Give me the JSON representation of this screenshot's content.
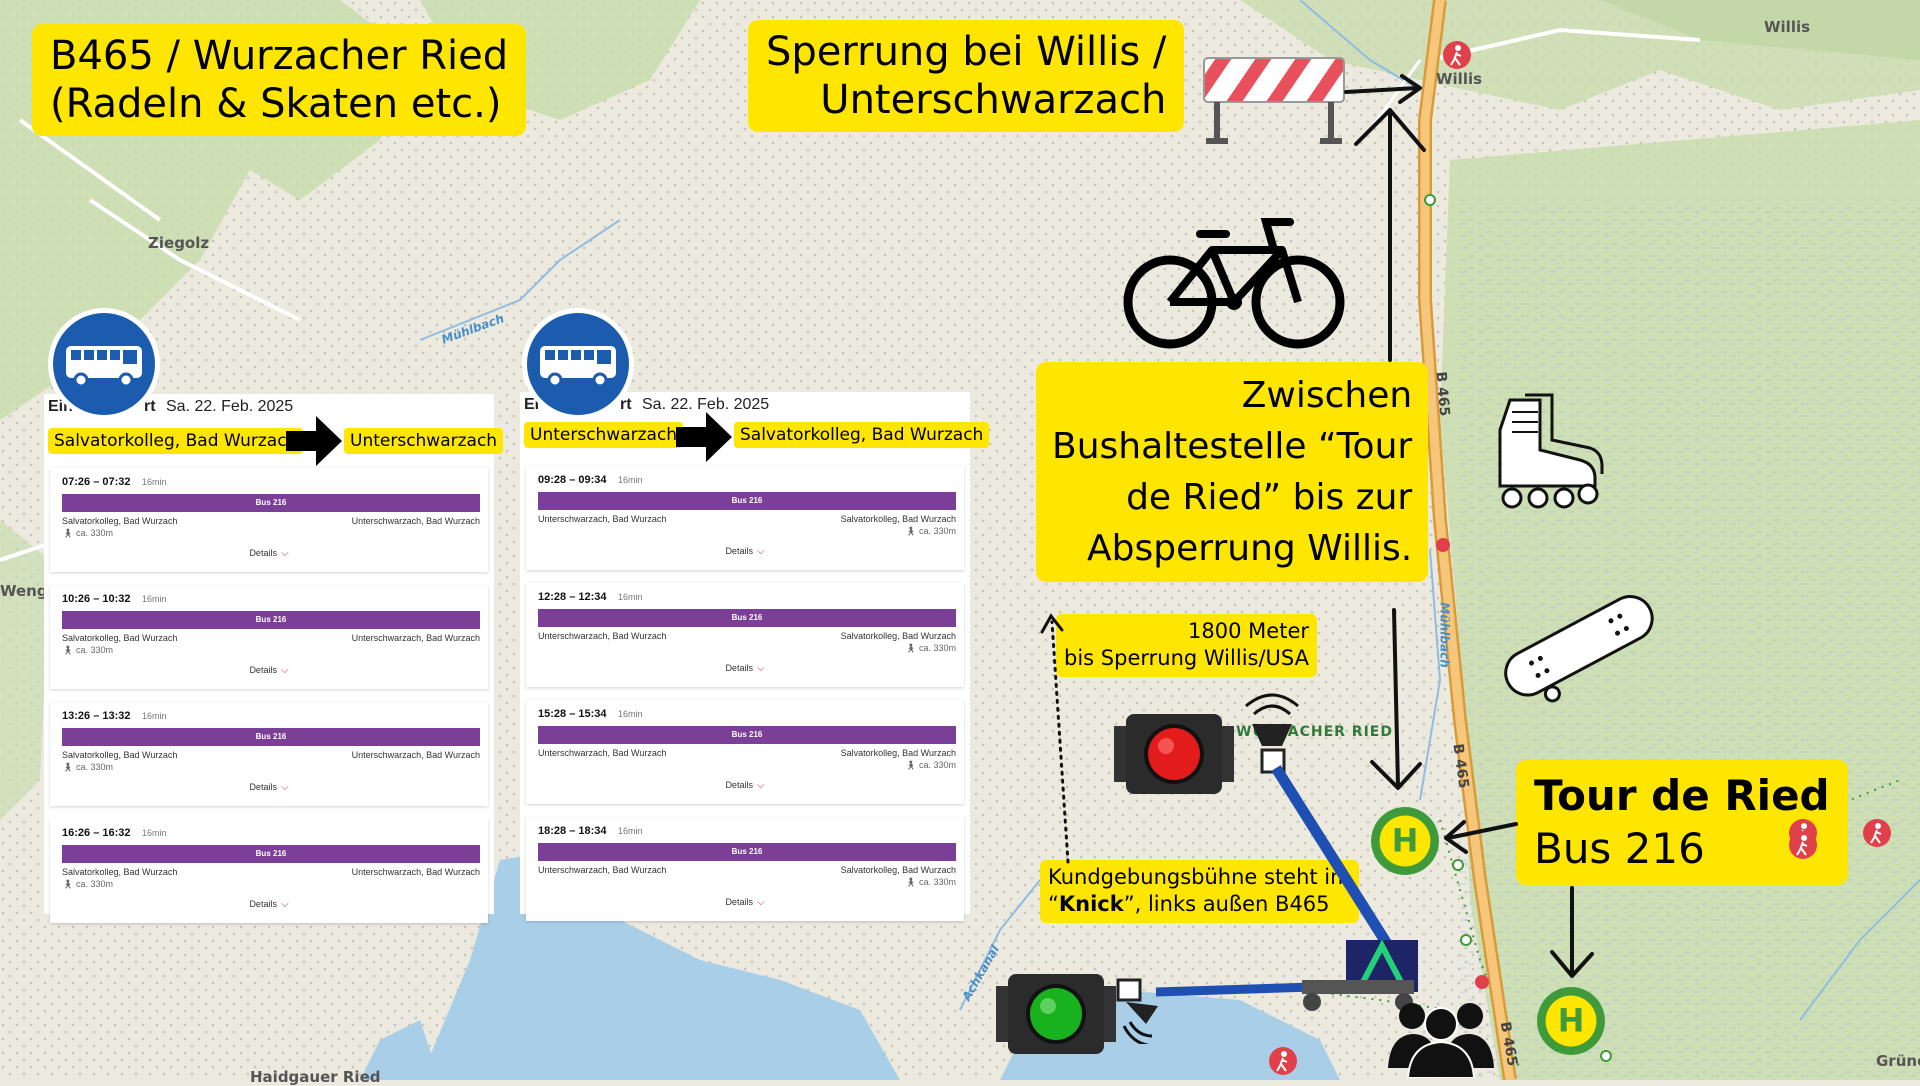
{
  "map": {
    "places": [
      "Ziegolz",
      "Willis",
      "Willis",
      "Wenger",
      "Haidgauer Ried",
      "Grüne"
    ],
    "waters": [
      "Mühlbach",
      "Mühlbach",
      "Achkanal"
    ],
    "roads": [
      "B 465",
      "B 465",
      "B 465"
    ],
    "area_label": "WURZACHER RIED",
    "colors": {
      "background": "#ece9df",
      "forest": "#c9dcae",
      "water": "#a9cfe8",
      "road_fill": "#f6c77a",
      "road_edge": "#d99a3a",
      "label_bg": "#ffe600",
      "bus_purple": "#7b3f98",
      "stop_green": "#3e9a3a"
    }
  },
  "labels": {
    "title": {
      "line1": "B465 / Wurzacher Ried",
      "line2": "(Radeln & Skaten etc.)"
    },
    "closure": {
      "line1": "Sperrung bei Willis /",
      "line2": "Unterschwarzach"
    },
    "between": {
      "line1": "Zwischen",
      "line2": "Bushaltestelle “Tour",
      "line3": "de Ried” bis zur",
      "line4": "Absperrung Willis."
    },
    "distance": {
      "line1": "1800 Meter",
      "line2": "bis Sperrung Willis/USA"
    },
    "stage": {
      "line1": "Kundgebungsbühne steht im",
      "line2_quote_open": "“",
      "line2_bold": "Knick",
      "line2_rest": "”, links außen B465"
    },
    "stop": {
      "line1": "Tour de Ried",
      "line2": "Bus 216"
    }
  },
  "timetable_left": {
    "cut_prefix": "Ein",
    "cut_suffix": "rt",
    "date": "Sa. 22. Feb. 2025",
    "from_tag": "Salvatorkolleg, Bad Wurzach",
    "to_tag": "Unterschwarzach",
    "trips": [
      {
        "time": "07:26 – 07:32",
        "duration": "16min",
        "bus": "Bus 216",
        "from": "Salvatorkolleg, Bad Wurzach",
        "to": "Unterschwarzach, Bad Wurzach",
        "walk": "ca. 330m",
        "details": "Details"
      },
      {
        "time": "10:26 – 10:32",
        "duration": "16min",
        "bus": "Bus 216",
        "from": "Salvatorkolleg, Bad Wurzach",
        "to": "Unterschwarzach, Bad Wurzach",
        "walk": "ca. 330m",
        "details": "Details"
      },
      {
        "time": "13:26 – 13:32",
        "duration": "16min",
        "bus": "Bus 216",
        "from": "Salvatorkolleg, Bad Wurzach",
        "to": "Unterschwarzach, Bad Wurzach",
        "walk": "ca. 330m",
        "details": "Details"
      },
      {
        "time": "16:26 – 16:32",
        "duration": "16min",
        "bus": "Bus 216",
        "from": "Salvatorkolleg, Bad Wurzach",
        "to": "Unterschwarzach, Bad Wurzach",
        "walk": "ca. 330m",
        "details": "Details"
      }
    ]
  },
  "timetable_right": {
    "cut_prefix": "Ei",
    "cut_suffix": "rt",
    "date": "Sa. 22. Feb. 2025",
    "from_tag": "Unterschwarzach",
    "to_tag": "Salvatorkolleg, Bad Wurzach",
    "trips": [
      {
        "time": "09:28 – 09:34",
        "duration": "16min",
        "bus": "Bus 216",
        "from": "Unterschwarzach, Bad Wurzach",
        "to": "Salvatorkolleg, Bad Wurzach",
        "walk": "ca. 330m",
        "details": "Details"
      },
      {
        "time": "12:28 – 12:34",
        "duration": "16min",
        "bus": "Bus 216",
        "from": "Unterschwarzach, Bad Wurzach",
        "to": "Salvatorkolleg, Bad Wurzach",
        "walk": "ca. 330m",
        "details": "Details"
      },
      {
        "time": "15:28 – 15:34",
        "duration": "16min",
        "bus": "Bus 216",
        "from": "Unterschwarzach, Bad Wurzach",
        "to": "Salvatorkolleg, Bad Wurzach",
        "walk": "ca. 330m",
        "details": "Details"
      },
      {
        "time": "18:28 – 18:34",
        "duration": "16min",
        "bus": "Bus 216",
        "from": "Unterschwarzach, Bad Wurzach",
        "to": "Salvatorkolleg, Bad Wurzach",
        "walk": "ca. 330m",
        "details": "Details"
      }
    ]
  },
  "icons": [
    "bus-sign-icon",
    "barrier-icon",
    "bicycle-icon",
    "roller-skate-icon",
    "skateboard-icon",
    "red-traffic-light-icon",
    "green-traffic-light-icon",
    "speaker-icon",
    "aerial-lift-icon",
    "crowd-icon",
    "bus-stop-h-icon",
    "hiker-icon"
  ],
  "bus_stop_letter": "H"
}
